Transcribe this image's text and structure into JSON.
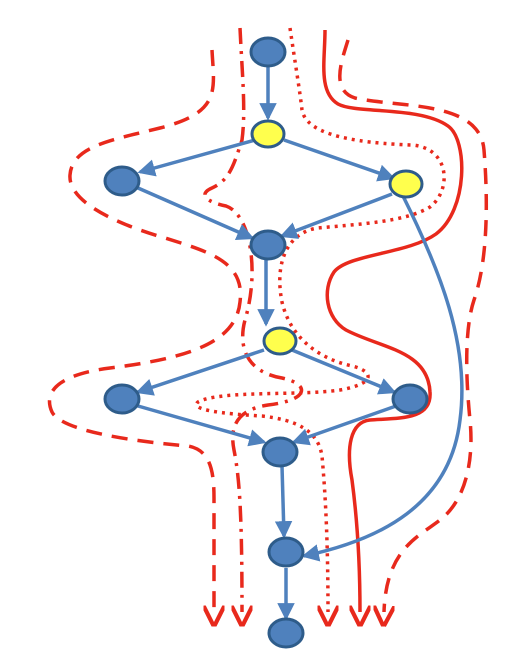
{
  "diagram": {
    "node_colors": {
      "blue": "#4f81bd",
      "yellow": "#ffff4d",
      "stroke": "#2e5c8a"
    },
    "curve_color": "#e8291c",
    "edge_color": "#4f81bd",
    "nodes": [
      {
        "id": "n1",
        "color": "blue"
      },
      {
        "id": "n2",
        "color": "yellow"
      },
      {
        "id": "n3",
        "color": "blue"
      },
      {
        "id": "n4",
        "color": "yellow"
      },
      {
        "id": "n5",
        "color": "blue"
      },
      {
        "id": "n6",
        "color": "yellow"
      },
      {
        "id": "n7",
        "color": "blue"
      },
      {
        "id": "n8",
        "color": "blue"
      },
      {
        "id": "n9",
        "color": "blue"
      },
      {
        "id": "n10",
        "color": "blue"
      },
      {
        "id": "n11",
        "color": "blue"
      }
    ],
    "edges": [
      {
        "from": "n1",
        "to": "n2"
      },
      {
        "from": "n2",
        "to": "n3"
      },
      {
        "from": "n2",
        "to": "n4"
      },
      {
        "from": "n3",
        "to": "n5"
      },
      {
        "from": "n4",
        "to": "n5"
      },
      {
        "from": "n4",
        "to": "n10",
        "curved": true
      },
      {
        "from": "n5",
        "to": "n6"
      },
      {
        "from": "n6",
        "to": "n7"
      },
      {
        "from": "n6",
        "to": "n8"
      },
      {
        "from": "n7",
        "to": "n9"
      },
      {
        "from": "n8",
        "to": "n9"
      },
      {
        "from": "n9",
        "to": "n10"
      },
      {
        "from": "n10",
        "to": "n11"
      }
    ],
    "cut_curves": [
      {
        "id": "c1",
        "style": "dashed"
      },
      {
        "id": "c2",
        "style": "dash-dot"
      },
      {
        "id": "c3",
        "style": "dotted"
      },
      {
        "id": "c4",
        "style": "solid"
      },
      {
        "id": "c5",
        "style": "dashed"
      }
    ]
  }
}
